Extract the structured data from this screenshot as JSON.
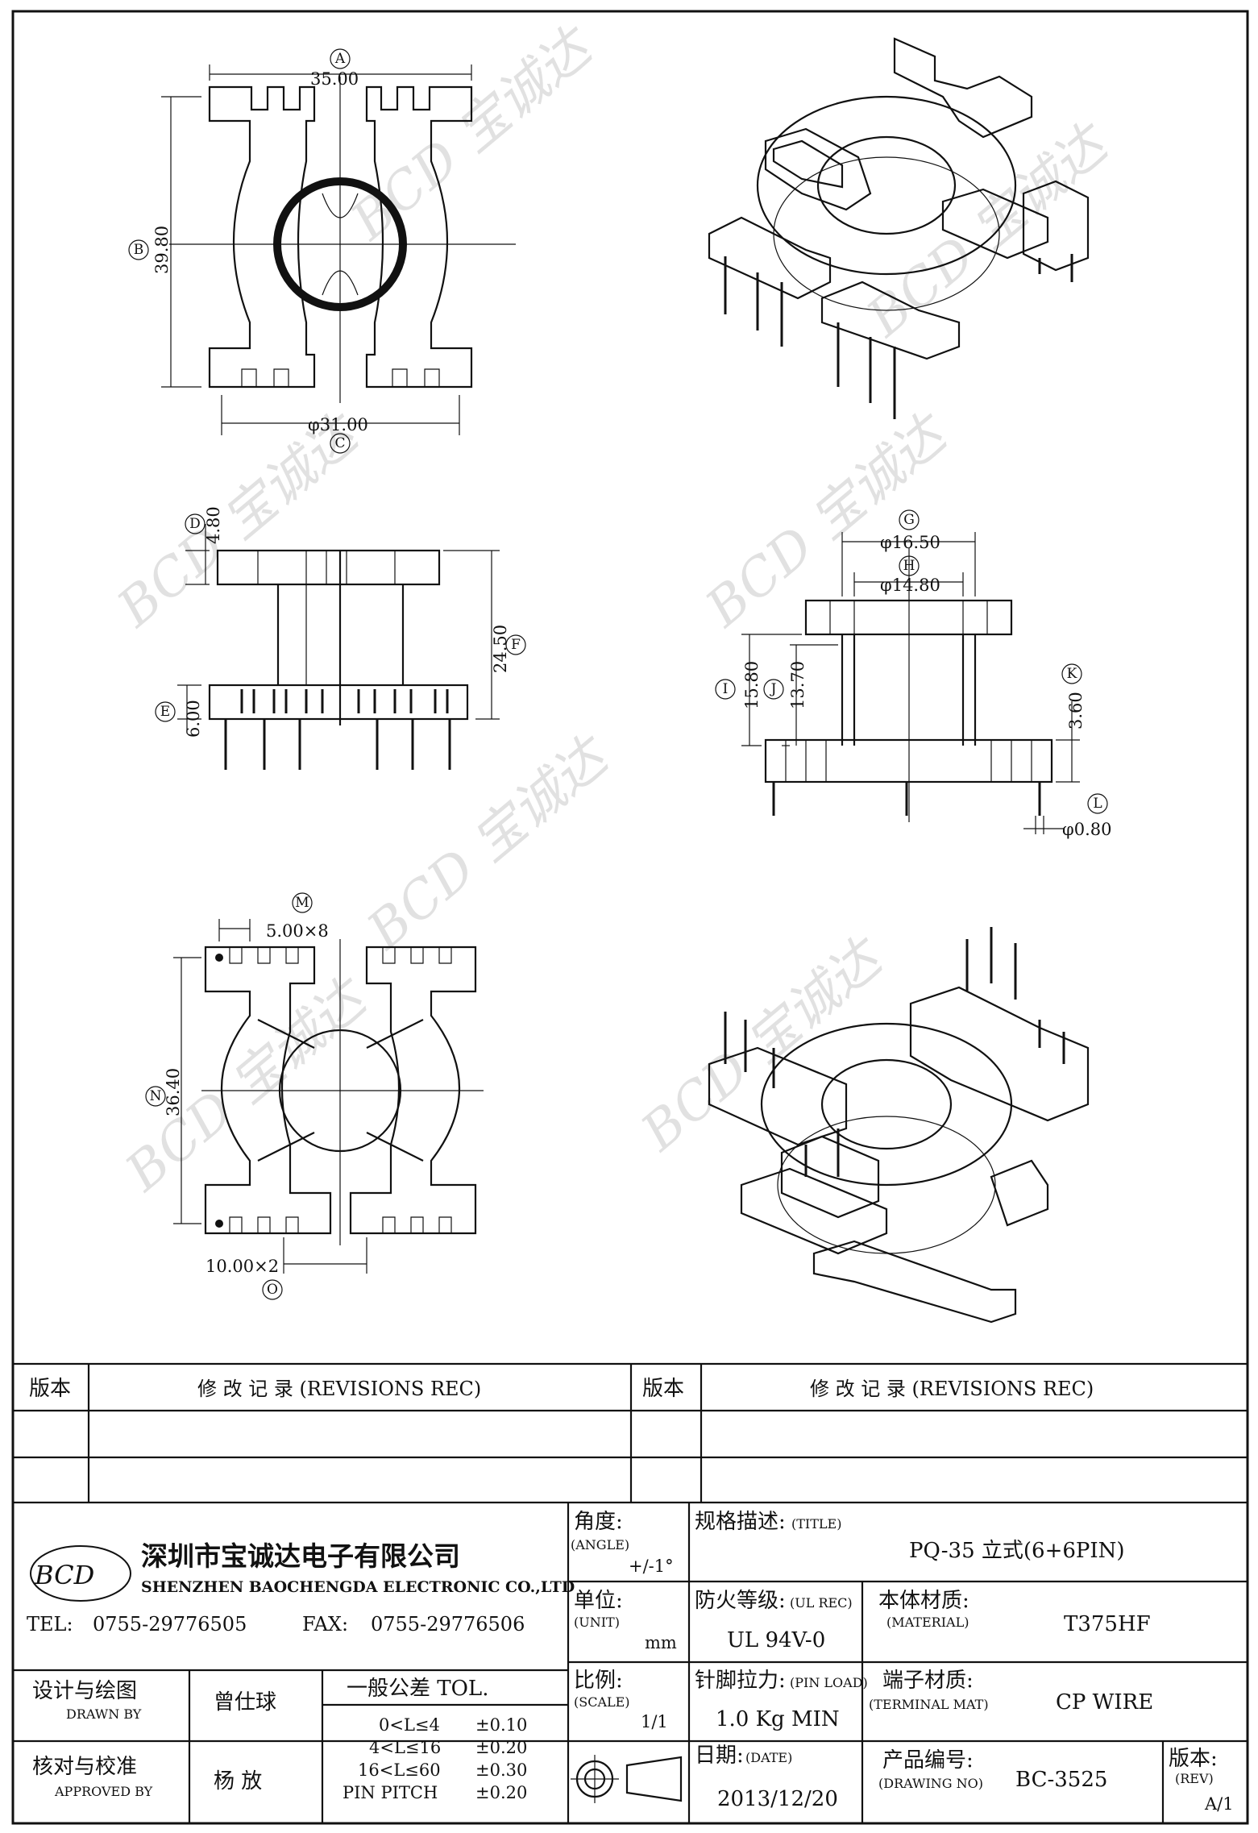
{
  "watermark": {
    "text": "BCD 宝诚达"
  },
  "dims": {
    "A": {
      "id": "A",
      "value": "35.00"
    },
    "B": {
      "id": "B",
      "value": "39.80"
    },
    "C": {
      "id": "C",
      "value": "φ31.00"
    },
    "D": {
      "id": "D",
      "value": "4.80"
    },
    "E": {
      "id": "E",
      "value": "6.00"
    },
    "F": {
      "id": "F",
      "value": "24.50"
    },
    "G": {
      "id": "G",
      "value": "φ16.50"
    },
    "H": {
      "id": "H",
      "value": "φ14.80"
    },
    "I": {
      "id": "I",
      "value": "15.80"
    },
    "J": {
      "id": "J",
      "value": "13.70"
    },
    "K": {
      "id": "K",
      "value": "3.60"
    },
    "L": {
      "id": "L",
      "value": "φ0.80"
    },
    "M": {
      "id": "M",
      "value": "5.00×8"
    },
    "N": {
      "id": "N",
      "value": "36.40"
    },
    "O": {
      "id": "O",
      "value": "10.00×2"
    }
  },
  "revisions": {
    "left_header_ver": "版本",
    "left_header_rec": "修 改 记 录 (REVISIONS REC)",
    "right_header_ver": "版本",
    "right_header_rec": "修 改 记 录 (REVISIONS REC)"
  },
  "company": {
    "logo": "BCD",
    "name_cn": "深圳市宝诚达电子有限公司",
    "name_en": "SHENZHEN BAOCHENGDA ELECTRONIC CO.,LTD",
    "tel_label": "TEL:",
    "tel": "0755-29776505",
    "fax_label": "FAX:",
    "fax": "0755-29776506"
  },
  "title_block": {
    "angle_label": "角度:",
    "angle_label_en": "(ANGLE)",
    "angle_value": "+/-1°",
    "title_label": "规格描述:",
    "title_label_en": "(TITLE)",
    "title_value": "PQ-35 立式(6+6PIN)",
    "unit_label": "单位:",
    "unit_label_en": "(UNIT)",
    "unit_value": "mm",
    "ul_label": "防火等级:",
    "ul_label_en": "(UL REC)",
    "ul_value": "UL 94V-0",
    "material_label": "本体材质:",
    "material_label_en": "(MATERIAL)",
    "material_value": "T375HF",
    "scale_label": "比例:",
    "scale_label_en": "(SCALE)",
    "scale_value": "1/1",
    "pinload_label": "针脚拉力:",
    "pinload_label_en": "(PIN LOAD)",
    "pinload_value": "1.0 Kg MIN",
    "terminal_label": "端子材质:",
    "terminal_label_en": "(TERMINAL MAT)",
    "terminal_value": "CP WIRE",
    "date_label": "日期:",
    "date_label_en": "(DATE)",
    "date_value": "2013/12/20",
    "drawno_label": "产品编号:",
    "drawno_label_en": "(DRAWING NO)",
    "drawno_value": "BC-3525",
    "rev_label": "版本:",
    "rev_label_en": "(REV)",
    "rev_value": "A/1",
    "drawn_label": "设计与绘图",
    "drawn_label_en": "DRAWN BY",
    "drawn_value": "曾仕球",
    "approved_label": "核对与校准",
    "approved_label_en": "APPROVED BY",
    "approved_value": "杨 放",
    "tol_title": "一般公差 TOL.",
    "tol_rows": [
      {
        "range": "0<L≤4",
        "tol": "±0.10"
      },
      {
        "range": "4<L≤16",
        "tol": "±0.20"
      },
      {
        "range": "16<L≤60",
        "tol": "±0.30"
      },
      {
        "range": "PIN PITCH",
        "tol": "±0.20"
      }
    ]
  }
}
